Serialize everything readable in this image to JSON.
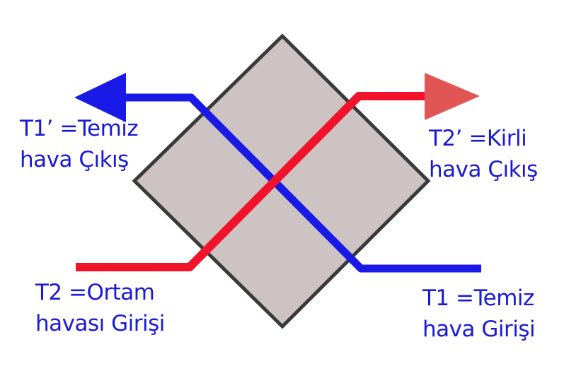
{
  "colors": {
    "background": "#ffffff",
    "exchanger_fill": "#cdc3c3",
    "exchanger_stroke": "#3a3a3a",
    "clean_air_flow": "#1a1ae6",
    "dirty_air_flow": "#f0132a",
    "dirty_air_arrowhead": "#e25555",
    "label_text": "#1a1ad6"
  },
  "labels": {
    "t1_prime": {
      "line1": "T1’ =Temiz",
      "line2": "hava Çıkış"
    },
    "t2_prime": {
      "line1": "T2’ =Kirli",
      "line2": "hava Çıkış"
    },
    "t2": {
      "line1": "T2 =Ortam",
      "line2": "havası Girişi"
    },
    "t1": {
      "line1": "T1 =Temiz",
      "line2": "hava Girişi"
    }
  },
  "icons": {
    "clean_air_outlet": "arrow-left-icon",
    "dirty_air_outlet": "arrow-right-icon"
  }
}
